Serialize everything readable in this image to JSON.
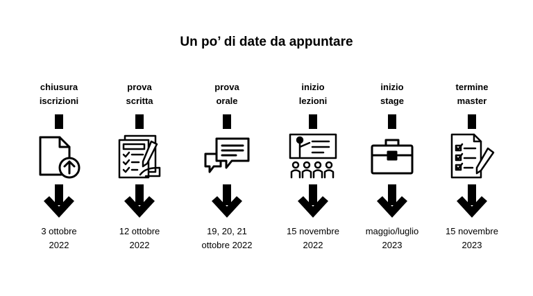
{
  "title": "Un po’ di date da appuntare",
  "steps": [
    {
      "label": [
        "chiusura",
        "iscrizioni"
      ],
      "icon": "document-upload-icon",
      "date": [
        "3 ottobre",
        "2022"
      ]
    },
    {
      "label": [
        "prova",
        "scritta"
      ],
      "icon": "written-test-icon",
      "date": [
        "12 ottobre",
        "2022"
      ]
    },
    {
      "label": [
        "prova",
        "orale"
      ],
      "icon": "speech-bubbles-icon",
      "date": [
        "19, 20, 21",
        "ottobre 2022"
      ]
    },
    {
      "label": [
        "inizio",
        "lezioni"
      ],
      "icon": "classroom-presentation-icon",
      "date": [
        "15 novembre",
        "2022"
      ]
    },
    {
      "label": [
        "inizio",
        "stage"
      ],
      "icon": "briefcase-icon",
      "date": [
        "maggio/luglio",
        "2023"
      ]
    },
    {
      "label": [
        "termine",
        "master"
      ],
      "icon": "checklist-icon",
      "date": [
        "15 novembre",
        "2023"
      ]
    }
  ]
}
